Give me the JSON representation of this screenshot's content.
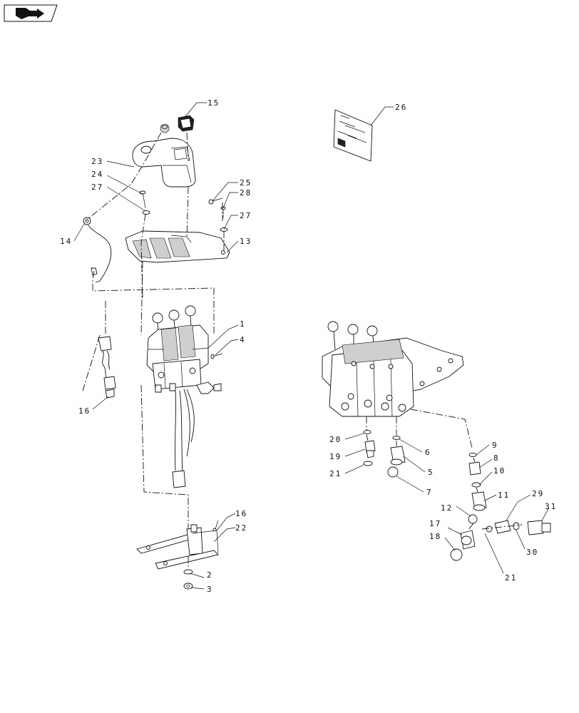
{
  "diagram": {
    "labels": {
      "l1": "1",
      "l2": "2",
      "l3": "3",
      "l4": "4",
      "l5": "5",
      "l6": "6",
      "l7": "7",
      "l8": "8",
      "l9": "9",
      "l10": "10",
      "l11": "11",
      "l12": "12",
      "l13": "13",
      "l14": "14",
      "l15": "15",
      "l16a": "16",
      "l16b": "16",
      "l17": "17",
      "l18": "18",
      "l19": "19",
      "l20": "20",
      "l21a": "21",
      "l21b": "21",
      "l22": "22",
      "l23": "23",
      "l24": "24",
      "l25": "25",
      "l26": "26",
      "l27a": "27",
      "l27b": "27",
      "l28": "28",
      "l29": "29",
      "l30": "30",
      "l31": "31"
    },
    "icons": {
      "nav": "book-arrow-icon"
    }
  }
}
